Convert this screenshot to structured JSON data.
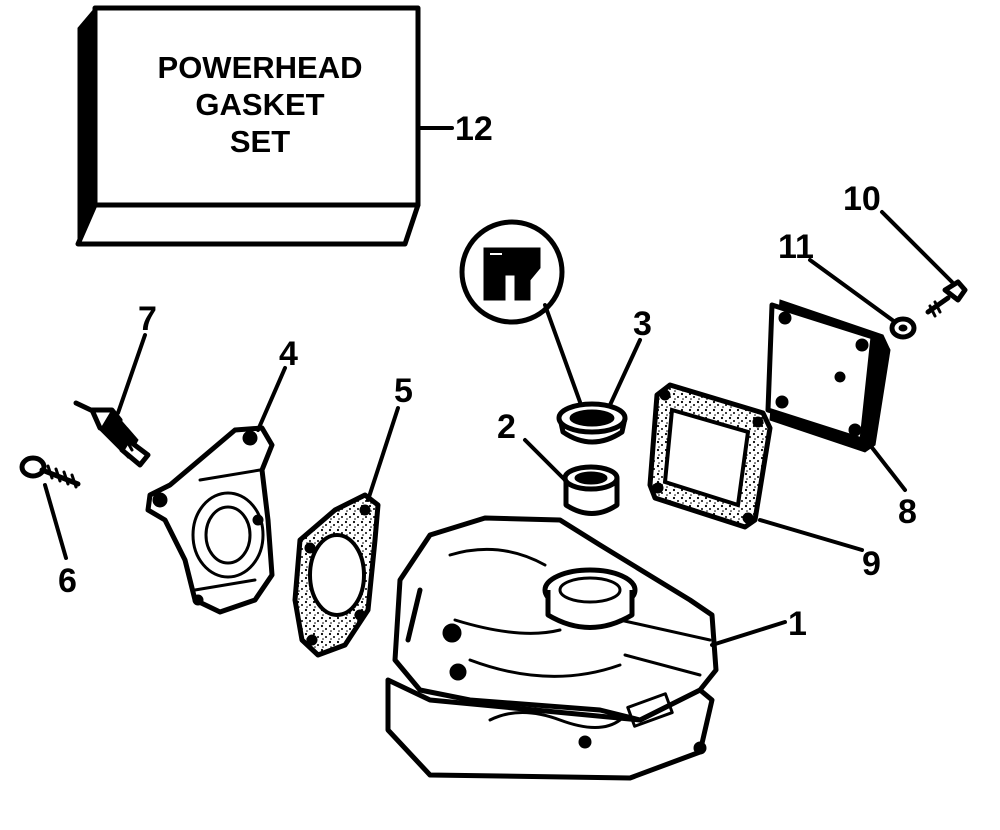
{
  "box": {
    "label_lines": [
      "POWERHEAD",
      "GASKET",
      "SET"
    ]
  },
  "callouts": {
    "c1": "1",
    "c2": "2",
    "c3": "3",
    "c4": "4",
    "c5": "5",
    "c6": "6",
    "c7": "7",
    "c8": "8",
    "c9": "9",
    "c10": "10",
    "c11": "11",
    "c12": "12"
  }
}
